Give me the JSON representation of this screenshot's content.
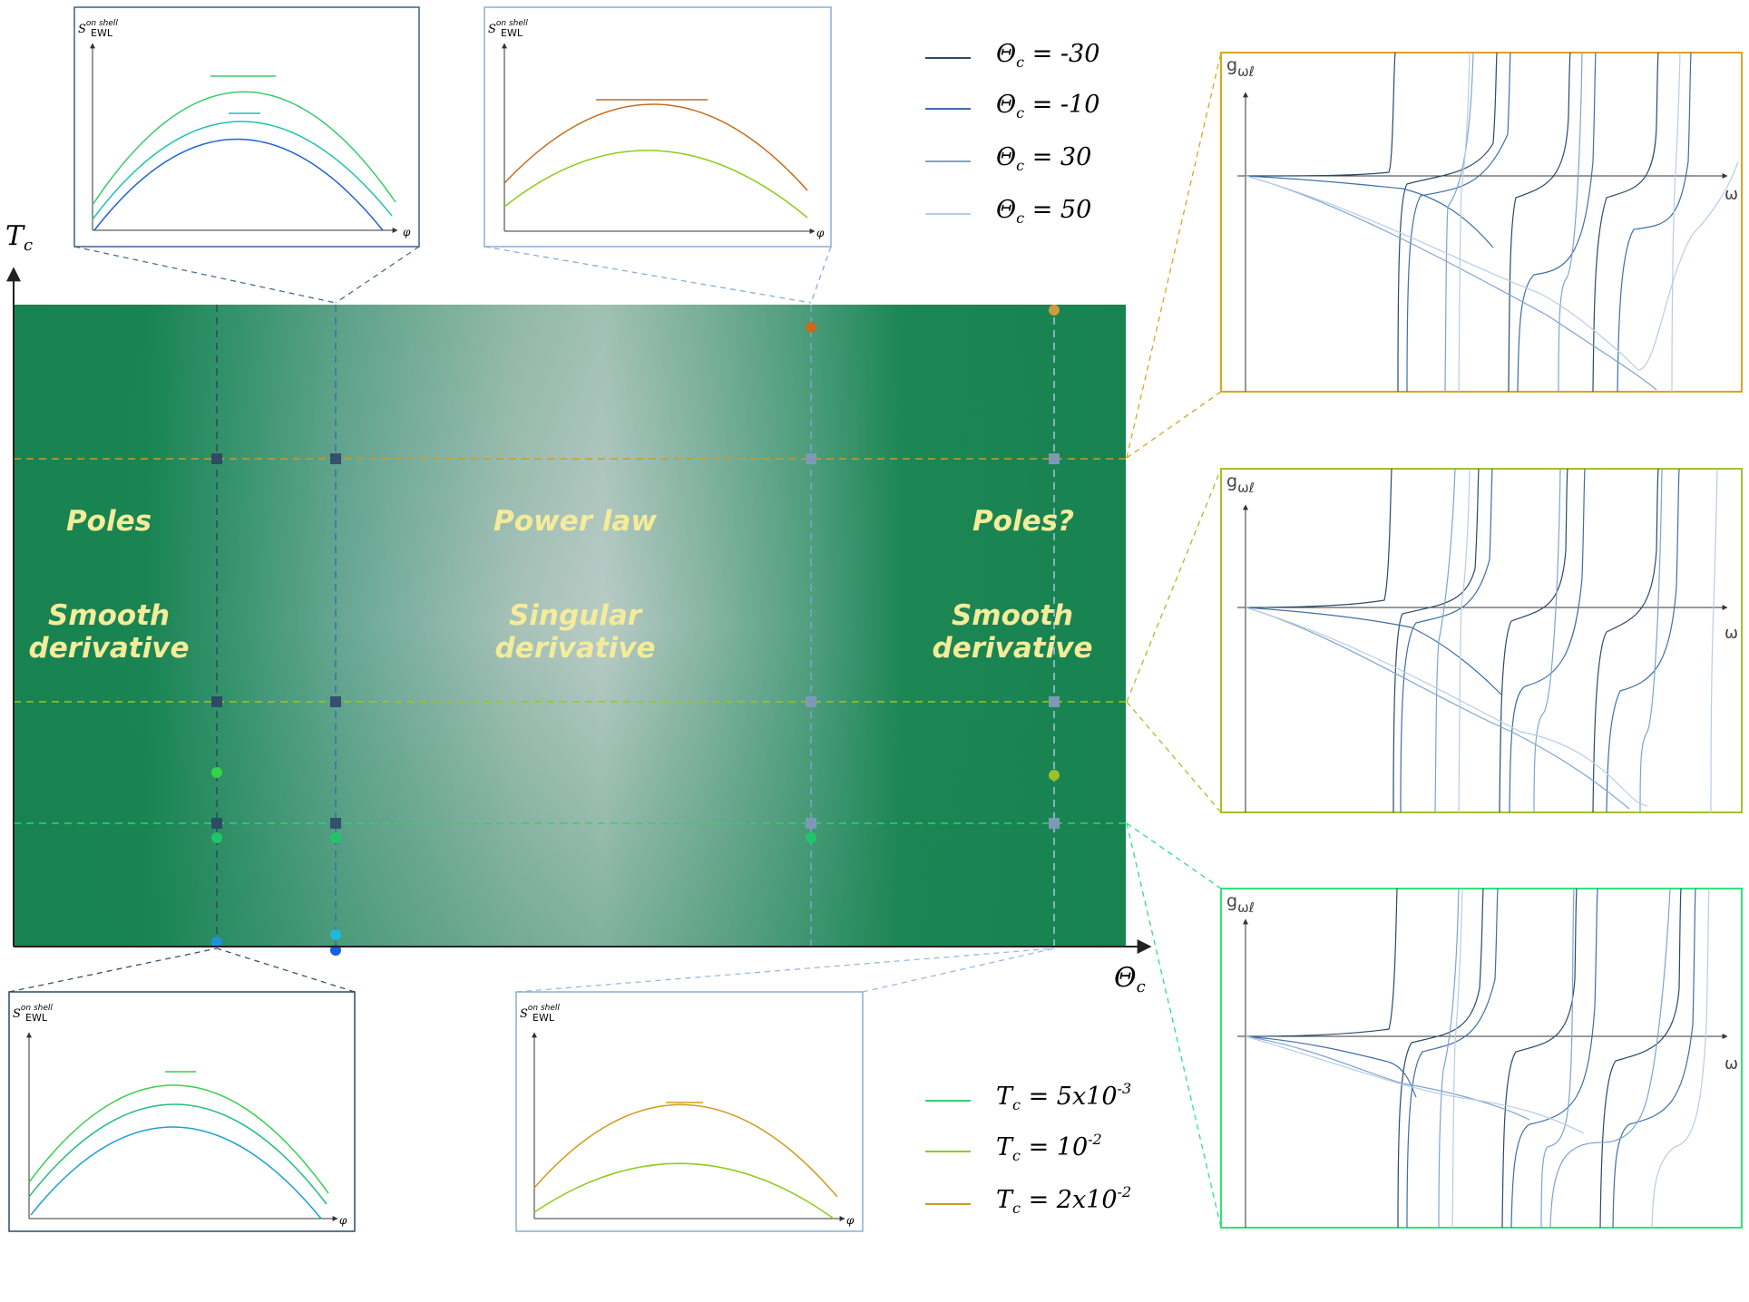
{
  "main_axes": {
    "y_label": "T",
    "y_sub": "c",
    "x_label": "Θ",
    "x_sub": "c"
  },
  "regions": [
    {
      "top": "Poles",
      "bottom": [
        "Smooth",
        "derivative"
      ]
    },
    {
      "top": "Power law",
      "bottom": [
        "Singular",
        "derivative"
      ]
    },
    {
      "top": "Poles?",
      "bottom": [
        "Smooth",
        "derivative"
      ]
    }
  ],
  "theta_legend": [
    {
      "label": "Θ",
      "sub": "c",
      "value": " = -30",
      "color": "#2d4a66"
    },
    {
      "label": "Θ",
      "sub": "c",
      "value": " = -10",
      "color": "#3f6ea8"
    },
    {
      "label": "Θ",
      "sub": "c",
      "value": " = 30",
      "color": "#7fa3d1"
    },
    {
      "label": "Θ",
      "sub": "c",
      "value": " = 50",
      "color": "#b6cde6"
    }
  ],
  "tc_legend": [
    {
      "label": "T",
      "sub": "c",
      "value": " = 5x10",
      "sup": "-3",
      "color": "#2fd46a"
    },
    {
      "label": "T",
      "sub": "c",
      "value": " = 10",
      "sup": "-2",
      "color": "#8ccc1c"
    },
    {
      "label": "T",
      "sub": "c",
      "value": " = 2x10",
      "sup": "-2",
      "color": "#d19a1e"
    }
  ],
  "inset_label": {
    "s": "S",
    "sup": "on shell",
    "sub": "EWL",
    "phi": "φ"
  },
  "right_plot_label": {
    "g": "g",
    "sub": "ωℓ",
    "omega": "ω"
  },
  "colors": {
    "field_green": "#178350",
    "field_light": "#b9cbc6",
    "gold": "#d9a521",
    "olive": "#a4c02a",
    "bright_green": "#2ee37a",
    "orange_dot": "#c86b1a"
  }
}
